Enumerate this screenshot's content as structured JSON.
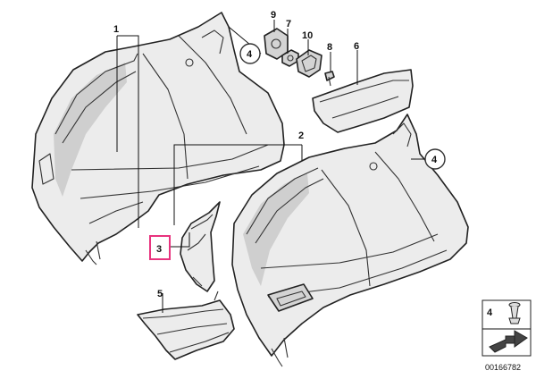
{
  "labels": {
    "part_1": "1",
    "part_2": "2",
    "part_3": "3",
    "part_5": "5",
    "part_6": "6",
    "part_7": "7",
    "part_8": "8",
    "part_9": "9",
    "part_10": "10"
  },
  "callouts": {
    "left_panel": "4",
    "right_panel": "4"
  },
  "legend": {
    "number": "4"
  },
  "reference_number": "00166782",
  "colors": {
    "highlight": "#e8337e"
  }
}
